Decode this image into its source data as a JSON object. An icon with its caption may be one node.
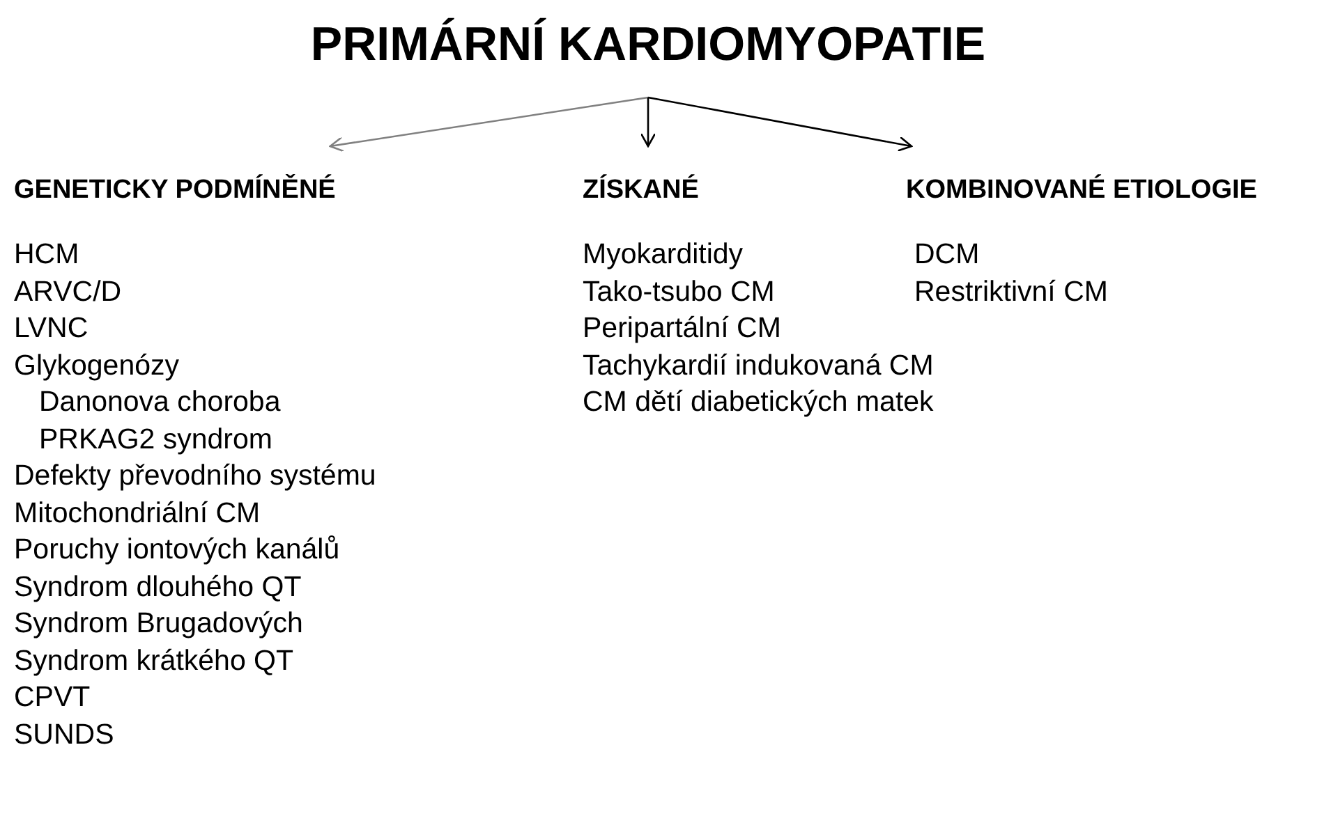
{
  "diagram": {
    "nodes": [
      {
        "text": [
          "PRIMÁRNÍ KARDIOMYOPATIE"
        ]
      },
      {
        "text": [
          "GENETICKY PODMÍNĚNÉ",
          "HCM",
          "ARVC/D",
          "LVNC",
          "Glykogenózy",
          "Danonova choroba",
          "PRKAG2 syndrom",
          "Defekty převodního systému",
          "Mitochondriální CM",
          "Poruchy iontových kanálů",
          "Syndrom dlouhého QT",
          "Syndrom Brugadových",
          "Syndrom krátkého QT",
          "CPVT",
          "SUNDS"
        ]
      },
      {
        "text": [
          "ZÍSKANÉ",
          "Myokarditidy",
          "Tako-tsubo CM",
          "Peripartální CM",
          "Tachykardií indukovaná CM",
          "CM dětí diabetických matek"
        ]
      },
      {
        "text": [
          "KOMBINOVANÉ ETIOLOGIE",
          "DCM",
          "Restriktivní CM"
        ]
      }
    ],
    "edges": [
      {
        "from": 0,
        "to": 1,
        "arrow": "to",
        "color": "#808080"
      },
      {
        "from": 0,
        "to": 2,
        "arrow": "to"
      },
      {
        "from": 0,
        "to": 3,
        "arrow": "to"
      }
    ]
  }
}
